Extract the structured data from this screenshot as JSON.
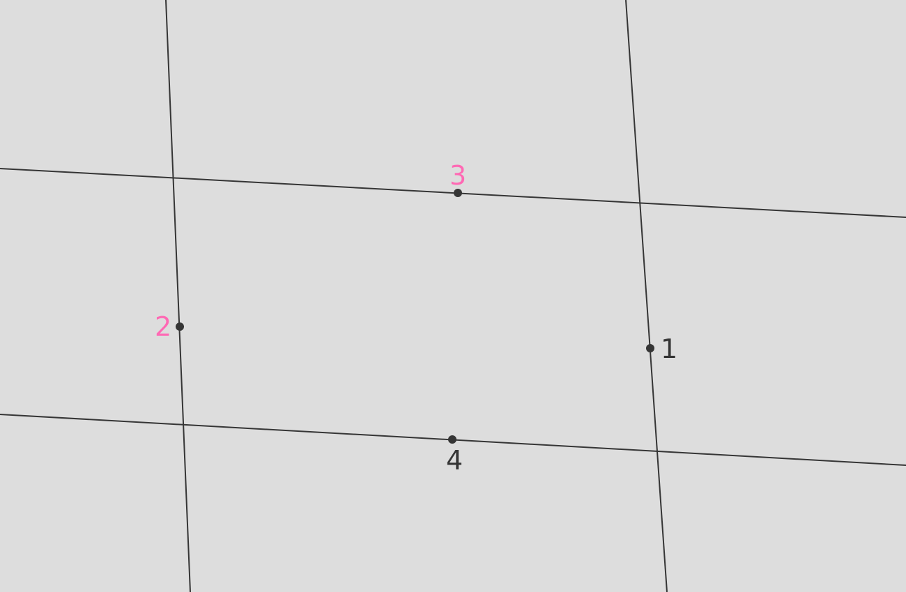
{
  "colors": {
    "background": "#dddddd",
    "line": "#353535",
    "label_default": "#353535",
    "label_highlight": "#ff69b4"
  },
  "points": [
    {
      "id": "1",
      "label": "1",
      "color": "#353535"
    },
    {
      "id": "2",
      "label": "2",
      "color": "#ff69b4"
    },
    {
      "id": "3",
      "label": "3",
      "color": "#ff69b4"
    },
    {
      "id": "4",
      "label": "4",
      "color": "#353535"
    }
  ]
}
